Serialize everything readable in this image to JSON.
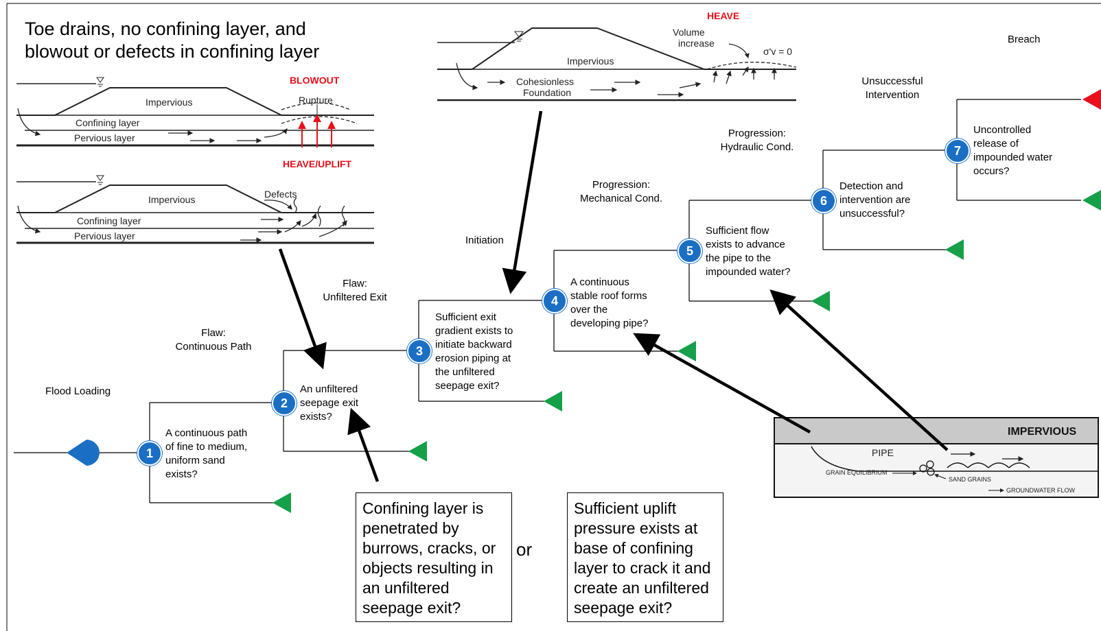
{
  "title": "Toe drains, no confining layer, and blowout or defects in confining layer",
  "branches": {
    "flood": "Flood Loading",
    "flaw_path": "Flaw:\nContinuous Path",
    "flaw_exit": "Flaw:\nUnfiltered Exit",
    "initiation": "Initiation",
    "prog_mech": "Progression:\nMechanical Cond.",
    "prog_hyd": "Progression:\nHydraulic Cond.",
    "unsuccessful": "Unsuccessful\nIntervention",
    "breach": "Breach"
  },
  "nodes": [
    {
      "num": "1",
      "text": "A continuous path\nof fine to medium,\nuniform sand\nexists?"
    },
    {
      "num": "2",
      "text": "An unfiltered\nseepage exit\nexists?"
    },
    {
      "num": "3",
      "text": "Sufficient exit\ngradient exists to\ninitiate backward\nerosion piping at\nthe unfiltered\nseepage exit?"
    },
    {
      "num": "4",
      "text": "A continuous\nstable roof forms\nover the\ndeveloping pipe?"
    },
    {
      "num": "5",
      "text": "Sufficient flow\nexists to advance\nthe pipe to the\nimpounded water?"
    },
    {
      "num": "6",
      "text": "Detection and\nintervention are\nunsuccessful?"
    },
    {
      "num": "7",
      "text": "Uncontrolled\nrelease of\nimpounded water\noccurs?"
    }
  ],
  "boxes": {
    "confining": "Confining layer is penetrated by burrows, cracks, or objects resulting in an unfiltered seepage exit?",
    "or": "or",
    "uplift": "Sufficient uplift pressure exists at base of confining layer to crack it and create an unfiltered seepage exit?"
  },
  "fig_blowout": {
    "heading": "BLOWOUT",
    "impervious": "Impervious",
    "rupture": "Rupture",
    "confining": "Confining layer",
    "pervious": "Pervious layer"
  },
  "fig_defects": {
    "heading": "HEAVE/UPLIFT",
    "impervious": "Impervious",
    "defects": "Defects",
    "confining": "Confining layer",
    "pervious": "Pervious layer"
  },
  "fig_heave": {
    "heading": "HEAVE",
    "impervious": "Impervious",
    "volume": "Volume\nincrease",
    "stress": "σ'v = 0",
    "foundation": "Cohesionless\nFoundation"
  },
  "fig_pipe": {
    "impervious": "IMPERVIOUS",
    "pipe": "PIPE",
    "grain_eq": "GRAIN EQUILIBRIUM",
    "sand": "SAND GRAINS",
    "flow": "GROUNDWATER FLOW"
  },
  "colors": {
    "badge": "#1a6fc4",
    "terminal_green": "#15a049",
    "terminal_red": "#e8101a",
    "start_blue": "#1a6fc4",
    "heading_red": "#e8101a"
  }
}
